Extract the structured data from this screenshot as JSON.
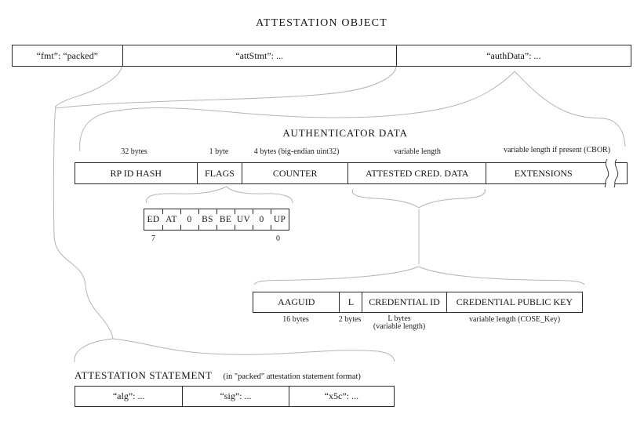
{
  "colors": {
    "background": "#ffffff",
    "box_border": "#2b2b2b",
    "text": "#141414",
    "connector_gray": "#b4b4b4"
  },
  "title": "ATTESTATION OBJECT",
  "attestation_object": {
    "cells": [
      "“fmt”: “packed”",
      "“attStmt”: ...",
      "“authData”: ..."
    ]
  },
  "authenticator_data": {
    "heading": "AUTHENTICATOR DATA",
    "fields": [
      {
        "name": "RP ID HASH",
        "size": "32 bytes"
      },
      {
        "name": "FLAGS",
        "size": "1 byte"
      },
      {
        "name": "COUNTER",
        "size": "4 bytes (big-endian uint32)"
      },
      {
        "name": "ATTESTED CRED. DATA",
        "size": "variable length"
      },
      {
        "name": "EXTENSIONS",
        "size": "variable length if present (CBOR)"
      }
    ]
  },
  "flags": {
    "bits": [
      "ED",
      "AT",
      "0",
      "BS",
      "BE",
      "UV",
      "0",
      "UP"
    ],
    "msb": "7",
    "lsb": "0"
  },
  "attested_credential_data": {
    "fields": [
      {
        "name": "AAGUID",
        "size": "16 bytes"
      },
      {
        "name": "L",
        "size": "2 bytes"
      },
      {
        "name": "CREDENTIAL ID",
        "size": "L bytes",
        "size_note": "(variable length)"
      },
      {
        "name": "CREDENTIAL PUBLIC KEY",
        "size": "variable length (COSE_Key)"
      }
    ]
  },
  "attestation_statement": {
    "heading": "ATTESTATION STATEMENT",
    "subheading": "(in \"packed\" attestation statement format)",
    "cells": [
      "“alg”: ...",
      "“sig”: ...",
      "“x5c”: ..."
    ]
  }
}
